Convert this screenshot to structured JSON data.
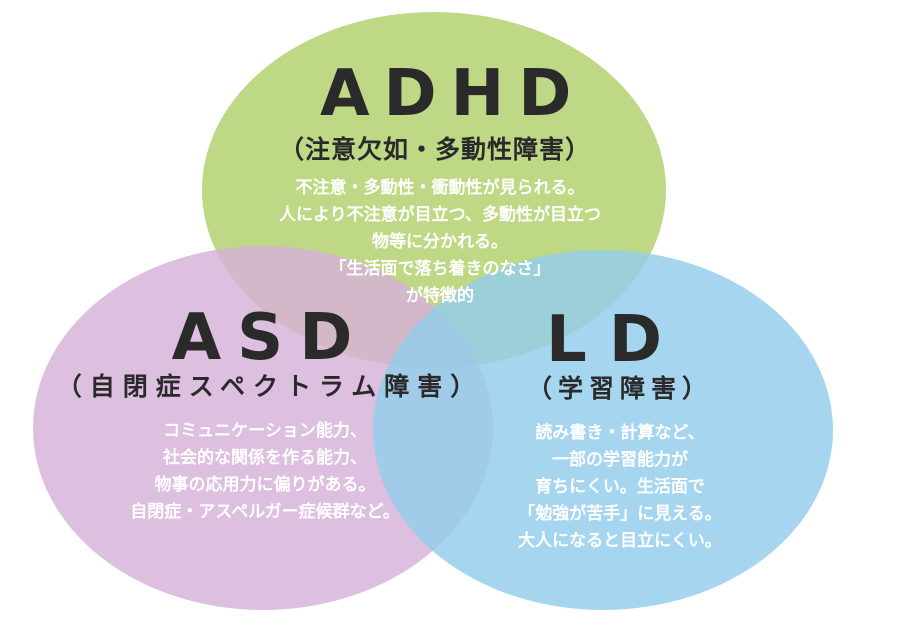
{
  "colors": {
    "adhd_circle": "#bcd67f",
    "asd_circle": "#d5b1d8",
    "ld_circle": "#92cdeb",
    "title_text": "#2a2a2a",
    "description_text": "#ffffff"
  },
  "adhd": {
    "title": "ADHD",
    "subtitle": "（注意欠如・多動性障害）",
    "description": [
      "不注意・多動性・衝動性が見られる。",
      "人により不注意が目立つ、多動性が目立つ",
      "物等に分かれる。",
      "「生活面で落ち着きのなさ」",
      "が特徴的"
    ]
  },
  "asd": {
    "title": "ASD",
    "subtitle": "（自閉症スペクトラム障害）",
    "description": [
      "コミュニケーション能力、",
      "社会的な関係を作る能力、",
      "物事の応用力に偏りがある。",
      "自閉症・アスペルガー症候群など。"
    ]
  },
  "ld": {
    "title": "LD",
    "subtitle": "（学習障害）",
    "description": [
      "読み書き・計算など、",
      "一部の学習能力が",
      "育ちにくい。生活面で",
      "「勉強が苦手」に見える。",
      "大人になると目立にくい。"
    ]
  }
}
